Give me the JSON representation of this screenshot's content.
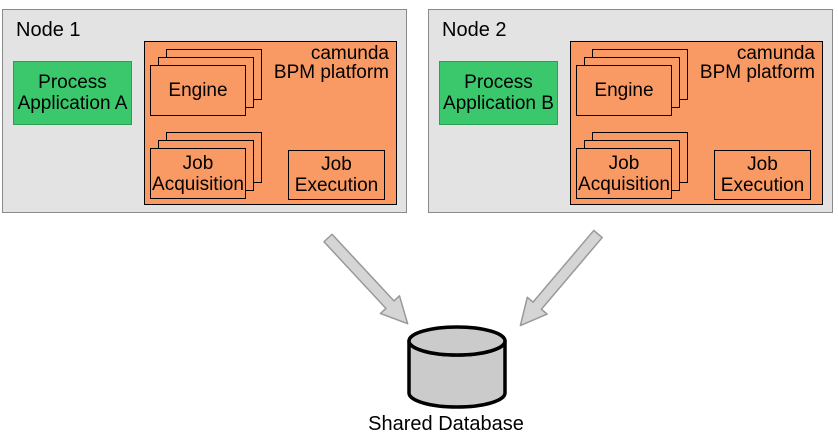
{
  "diagram": {
    "nodes": [
      {
        "title": "Node 1",
        "app": {
          "line1": "Process",
          "line2": "Application A"
        },
        "platform": {
          "title_line1": "camunda",
          "title_line2": "BPM platform",
          "engine_label": "Engine",
          "job_acquisition": {
            "line1": "Job",
            "line2": "Acquisition"
          },
          "job_execution": {
            "line1": "Job",
            "line2": "Execution"
          }
        }
      },
      {
        "title": "Node 2",
        "app": {
          "line1": "Process",
          "line2": "Application B"
        },
        "platform": {
          "title_line1": "camunda",
          "title_line2": "BPM platform",
          "engine_label": "Engine",
          "job_acquisition": {
            "line1": "Job",
            "line2": "Acquisition"
          },
          "job_execution": {
            "line1": "Job",
            "line2": "Execution"
          }
        }
      }
    ],
    "database_label": "Shared Database",
    "shapes": {
      "database_icon": "cylinder",
      "arrow_icon": "block-arrow-diagonal"
    },
    "colors": {
      "background": "#ffffff",
      "node_fill": "#e3e3e3",
      "node_border": "#8a8a8a",
      "app_fill": "#3bc86c",
      "app_border": "#2d9e53",
      "platform_fill": "#f99a64",
      "box_border": "#000000",
      "arrow_fill": "#d5d5d5",
      "arrow_stroke": "#999999",
      "db_fill": "#cbcbcb",
      "db_stroke": "#000000",
      "text": "#000000"
    }
  }
}
